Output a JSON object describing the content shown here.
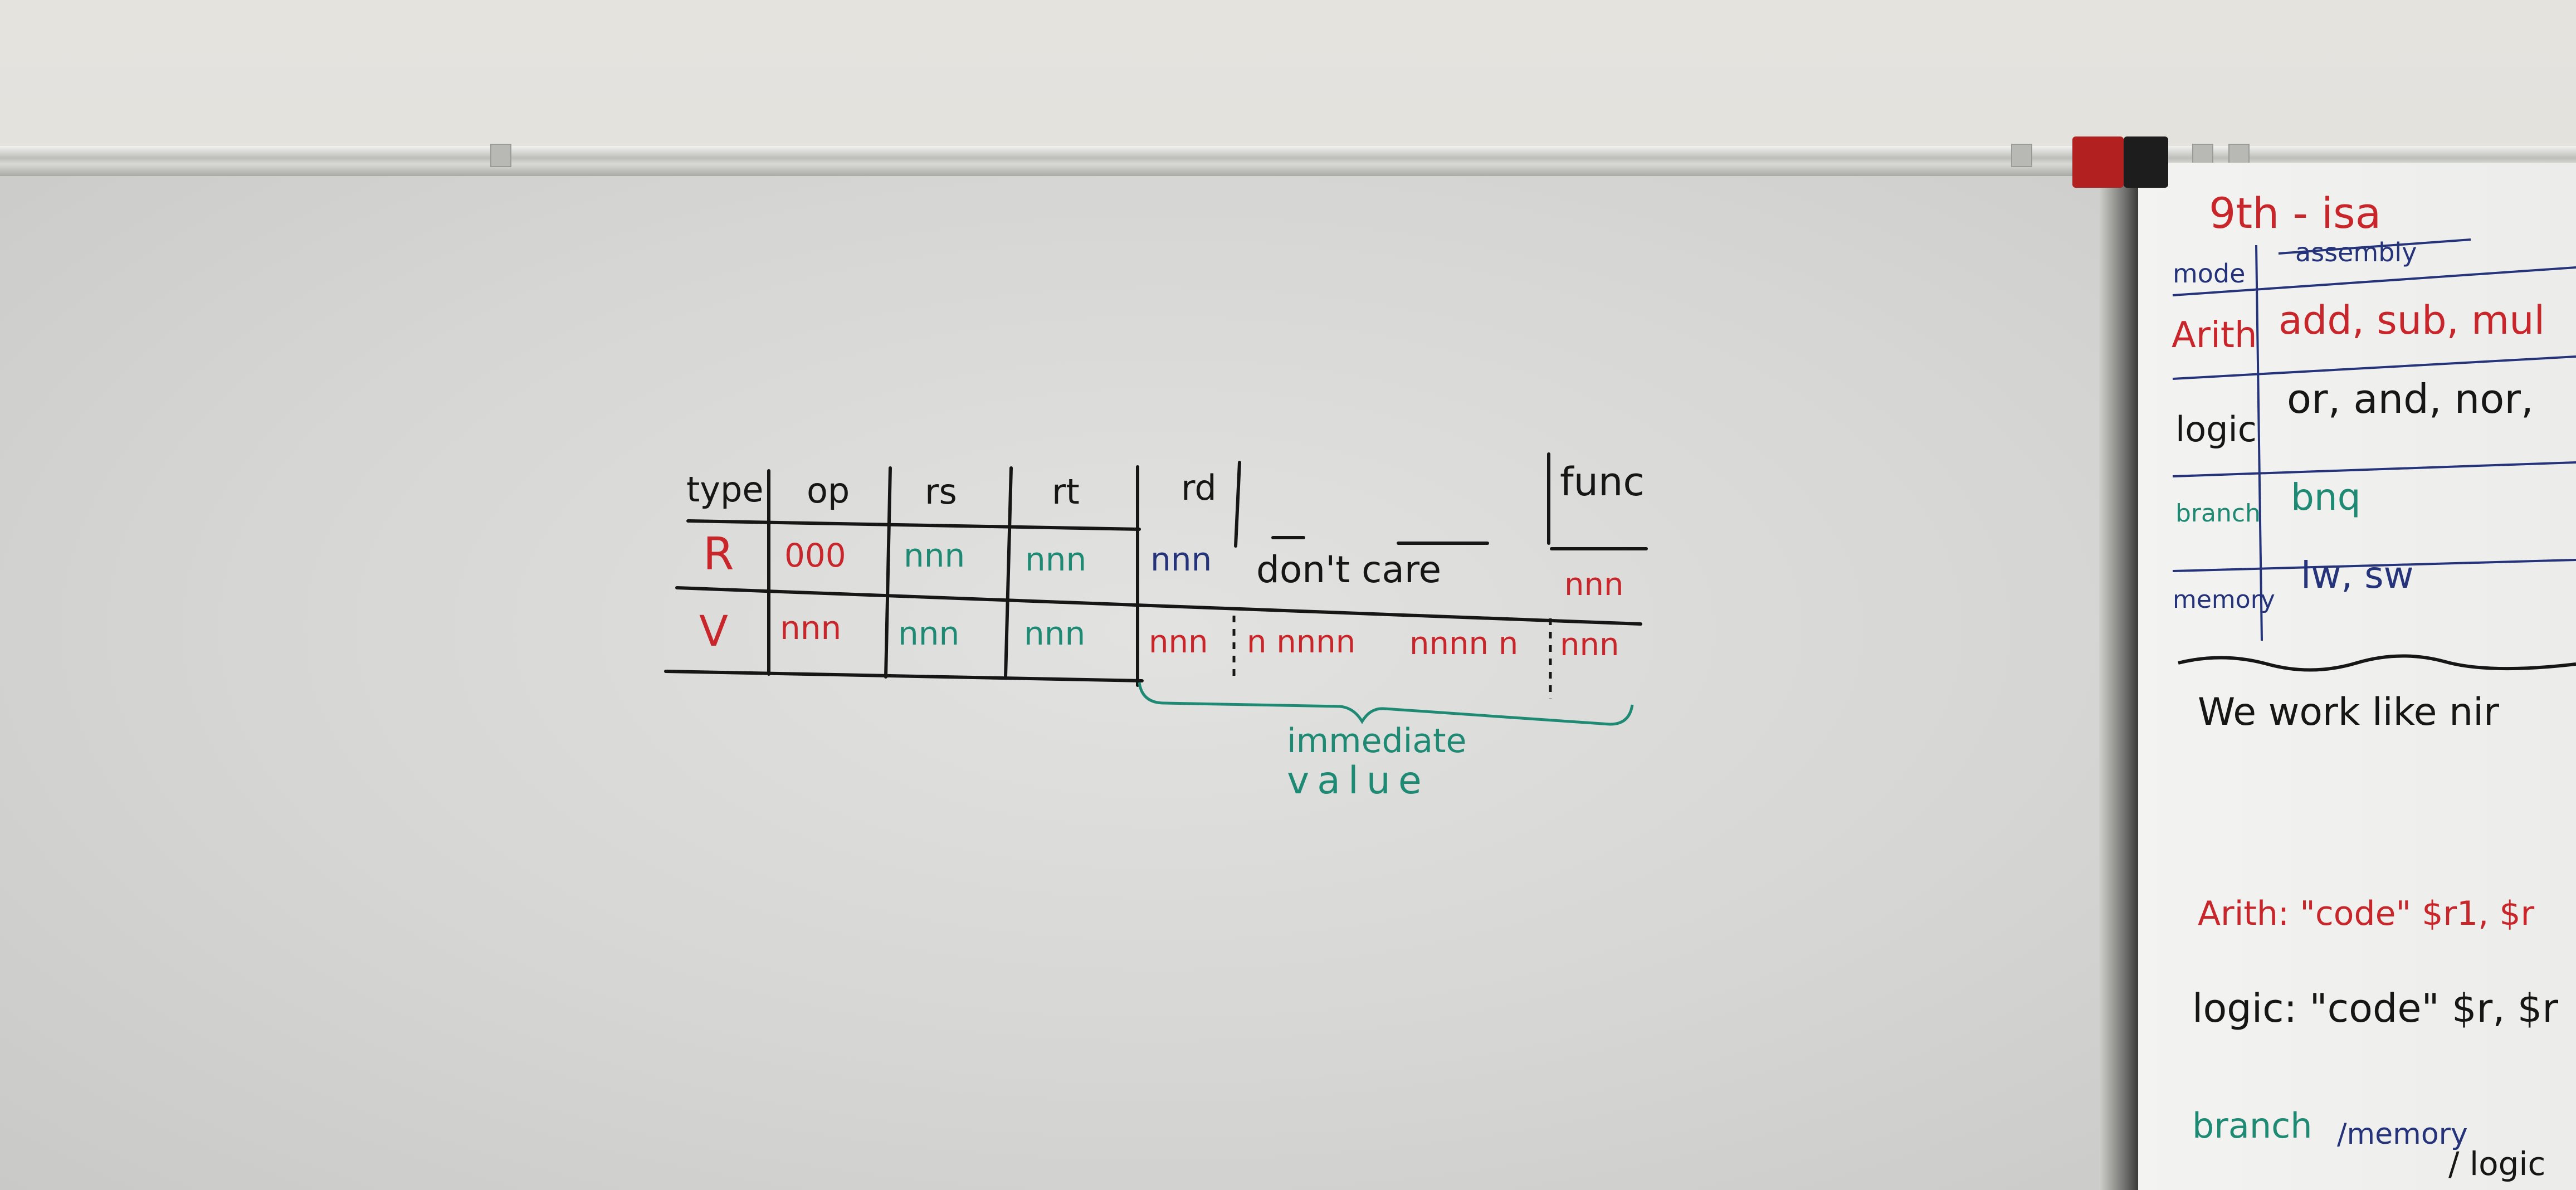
{
  "left_board": {
    "table": {
      "headers": [
        "type",
        "op",
        "rs",
        "rt",
        "rd",
        "func"
      ],
      "rows": [
        {
          "type": "R",
          "op": "000",
          "rs": "nnn",
          "rt": "nnn",
          "rd": "nnn",
          "middle": "don't care",
          "func": "nnn"
        },
        {
          "type": "V",
          "op": "nnn",
          "rs": "nnn",
          "rt": "nnn",
          "rd": "nnn",
          "middle_a": "n nnnn",
          "middle_b": "nnnn n",
          "func": "nnn"
        }
      ]
    },
    "brace_label_line1": "immediate",
    "brace_label_line2": "value"
  },
  "right_board": {
    "title": "9th - isa",
    "header_mode": "mode",
    "header_assembly": "assembly",
    "rows": [
      {
        "mode": "Arith",
        "assembly": "add, sub, mul"
      },
      {
        "mode": "logic",
        "assembly": "or, and, nor,"
      },
      {
        "mode": "branch",
        "assembly": "bnq"
      },
      {
        "mode": "memory",
        "assembly": "lw, sw"
      }
    ],
    "note": "We work like nir",
    "line_arith": "Arith: \"code\" $r1, $r",
    "line_logic": "logic: \"code\" $r, $r",
    "line_branch_a": "branch",
    "line_branch_b": "/memory",
    "line_branch_c": "/ logic"
  },
  "colors": {
    "marker_black": "#161616",
    "marker_red": "#c8262a",
    "marker_green": "#1f8a74",
    "marker_blue": "#24337a"
  }
}
